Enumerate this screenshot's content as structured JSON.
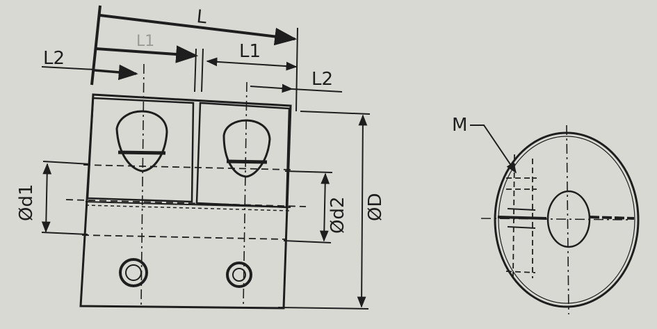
{
  "labels": {
    "L": "L",
    "L_faint": "L1",
    "L2_left": "L2",
    "L1": "L1",
    "L2_right": "L2",
    "d1": "Ød1",
    "d2": "Ød2",
    "D": "ØD",
    "M": "M"
  },
  "colors": {
    "background": "#d9d9d4",
    "line": "#1e1e1e",
    "faint": "#9a9a96"
  }
}
